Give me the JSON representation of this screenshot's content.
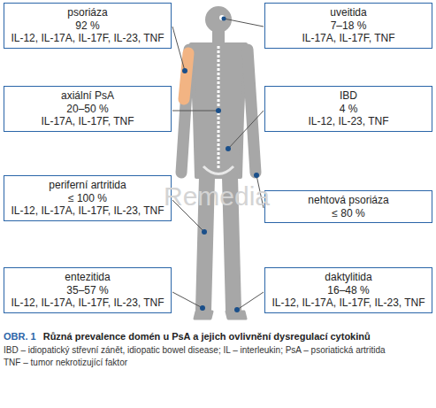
{
  "diagram": {
    "caption": "Různá prevalence domén u PsA a jejich ovlivnění dysregulací cytokinů",
    "nodes": [
      {
        "text": [
          "psoriáza",
          "92 %",
          "IL-12, IL-17A, IL-17F, IL-23, TNF"
        ]
      },
      {
        "text": [
          "uveitida",
          "7–18 %",
          "IL-17A, IL-17F, TNF"
        ]
      },
      {
        "text": [
          "axiální PsA",
          "20–50 %",
          "IL-17A, IL-17F, TNF"
        ]
      },
      {
        "text": [
          "IBD",
          "4 %",
          "IL-12, IL-23, TNF"
        ]
      },
      {
        "text": [
          "periferní artritida",
          "≤ 100 %",
          "IL-12, IL-17A, IL-17F, IL-23, TNF"
        ]
      },
      {
        "text": [
          "nehtová psoriáza",
          "≤ 80 %"
        ]
      },
      {
        "text": [
          "entezitida",
          "35–57 %",
          "IL-12, IL-17A, IL-17F, IL-23, TNF"
        ]
      },
      {
        "text": [
          "daktylitida",
          "16–48 %",
          "IL-12, IL-17A, IL-17F, IL-23, TNF"
        ]
      }
    ],
    "labels": [
      "Remedia",
      "OBR. 1",
      "IBD – idiopatický střevní zánět, idiopatic bowel disease; IL – interleukin; PsA – psoriatická artritida",
      "TNF – tumor nekrotizující faktor"
    ]
  }
}
